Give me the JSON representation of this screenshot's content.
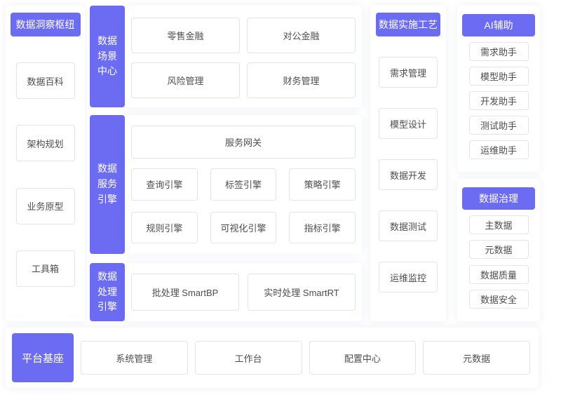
{
  "theme": {
    "accent": "#6c6cf2",
    "tile_border": "#e4e4e7",
    "tile_text": "#4d4d4d",
    "header_text": "#ffffff",
    "card_bg": "#ffffff"
  },
  "insight_hub": {
    "title": "数据洞察枢纽",
    "items": [
      "数据百科",
      "架构规划",
      "业务原型",
      "工具箱"
    ]
  },
  "scene_center": {
    "title": "数据场景中心",
    "items": [
      "零售金融",
      "对公金融",
      "风险管理",
      "财务管理"
    ]
  },
  "service_engine": {
    "title": "数据服务引擎",
    "gateway": "服务网关",
    "items": [
      "查询引擎",
      "标签引擎",
      "策略引擎",
      "规则引擎",
      "可视化引擎",
      "指标引擎"
    ]
  },
  "processing_engine": {
    "title": "数据处理引擎",
    "items": [
      "批处理 SmartBP",
      "实时处理 SmartRT"
    ]
  },
  "implementation": {
    "title": "数据实施工艺",
    "items": [
      "需求管理",
      "模型设计",
      "数据开发",
      "数据测试",
      "运维监控"
    ]
  },
  "ai_assist": {
    "title": "AI辅助",
    "items": [
      "需求助手",
      "模型助手",
      "开发助手",
      "测试助手",
      "运维助手"
    ]
  },
  "governance": {
    "title": "数据治理",
    "items": [
      "主数据",
      "元数据",
      "数据质量",
      "数据安全"
    ]
  },
  "platform_base": {
    "title": "平台基座",
    "items": [
      "系统管理",
      "工作台",
      "配置中心",
      "元数据"
    ]
  }
}
